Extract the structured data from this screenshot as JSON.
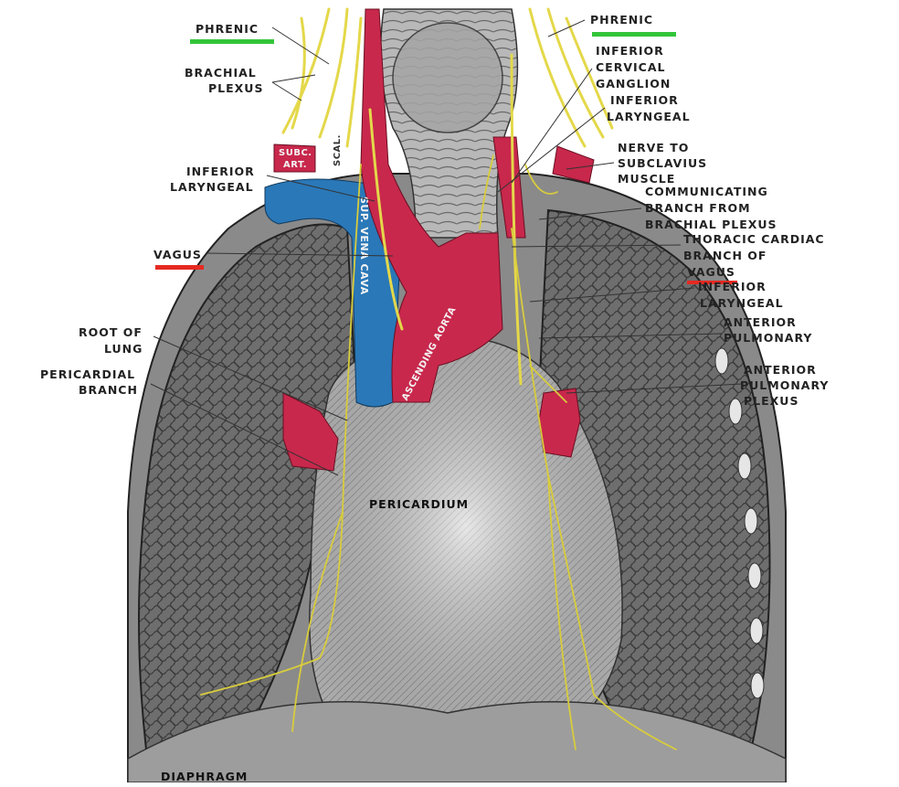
{
  "colors": {
    "phrenic_underline": "#33c53a",
    "vagus_underline": "#e62a22",
    "artery": "#c8284c",
    "vein": "#2a78b8",
    "nerve": "#e4d84a"
  },
  "labels": {
    "phrenic_left": "PHRENIC",
    "brachial_plexus": [
      "BRACHIAL",
      "PLEXUS"
    ],
    "inferior_laryngeal_left": [
      "INFERIOR",
      "LARYNGEAL"
    ],
    "vagus_left": "VAGUS",
    "root_of_lung": [
      "ROOT OF",
      "LUNG"
    ],
    "pericardial_branch": [
      "PERICARDIAL",
      "BRANCH"
    ],
    "phrenic_right": "PHRENIC",
    "inferior_cervical_ganglion": [
      "INFERIOR",
      "CERVICAL",
      "GANGLION"
    ],
    "inferior_laryngeal_right_top": [
      "INFERIOR",
      "LARYNGEAL"
    ],
    "nerve_to_subclavius": [
      "NERVE TO",
      "SUBCLAVIUS",
      "MUSCLE"
    ],
    "communicating_branch": [
      "COMMUNICATING",
      "BRANCH FROM",
      "BRACHIAL PLEXUS"
    ],
    "thoracic_cardiac_branch": [
      "THORACIC CARDIAC",
      "BRANCH OF"
    ],
    "vagus_right": "VAGUS",
    "inferior_laryngeal_right_bottom": [
      "INFERIOR",
      "LARYNGEAL"
    ],
    "anterior_pulmonary": [
      "ANTERIOR",
      "PULMONARY"
    ],
    "anterior_pulmonary_plexus": [
      "ANTERIOR",
      "PULMONARY",
      "PLEXUS"
    ],
    "pericardium": "PERICARDIUM",
    "diaphragm": "DIAPHRAGM",
    "sup_vena_cava": "SUP. VENA CAVA",
    "ascending_aorta": "ASCENDING AORTA",
    "subclavian_artery": [
      "SUBC.",
      "ART."
    ],
    "scalenus": "SCAL."
  }
}
